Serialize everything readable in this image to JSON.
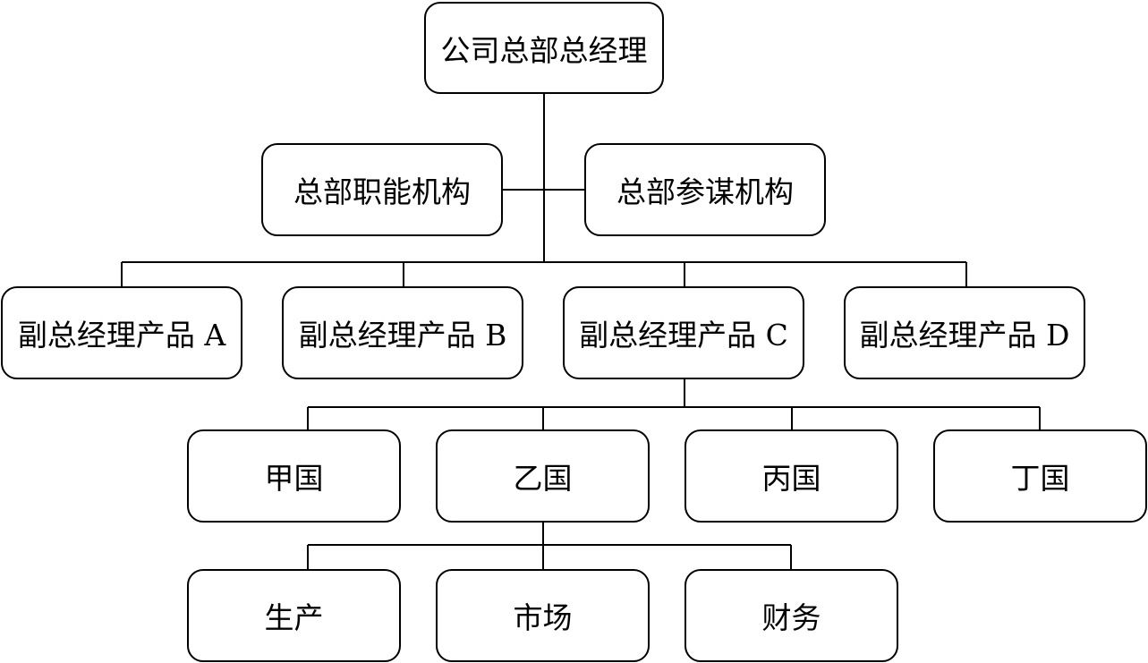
{
  "org_chart": {
    "root": {
      "label": "公司总部总经理"
    },
    "staff_units": [
      {
        "label": "总部职能机构"
      },
      {
        "label": "总部参谋机构"
      }
    ],
    "vice_presidents": [
      {
        "label": "副总经理产品 A"
      },
      {
        "label": "副总经理产品 B"
      },
      {
        "label": "副总经理产品 C"
      },
      {
        "label": "副总经理产品 D"
      }
    ],
    "countries_under_product_c": [
      {
        "label": "甲国"
      },
      {
        "label": "乙国"
      },
      {
        "label": "丙国"
      },
      {
        "label": "丁国"
      }
    ],
    "functions_under_yi": [
      {
        "label": "生产"
      },
      {
        "label": "市场"
      },
      {
        "label": "财务"
      }
    ]
  },
  "colors": {
    "line": "#000000",
    "box_border": "#000000",
    "box_fill": "#ffffff",
    "text": "#000000"
  }
}
